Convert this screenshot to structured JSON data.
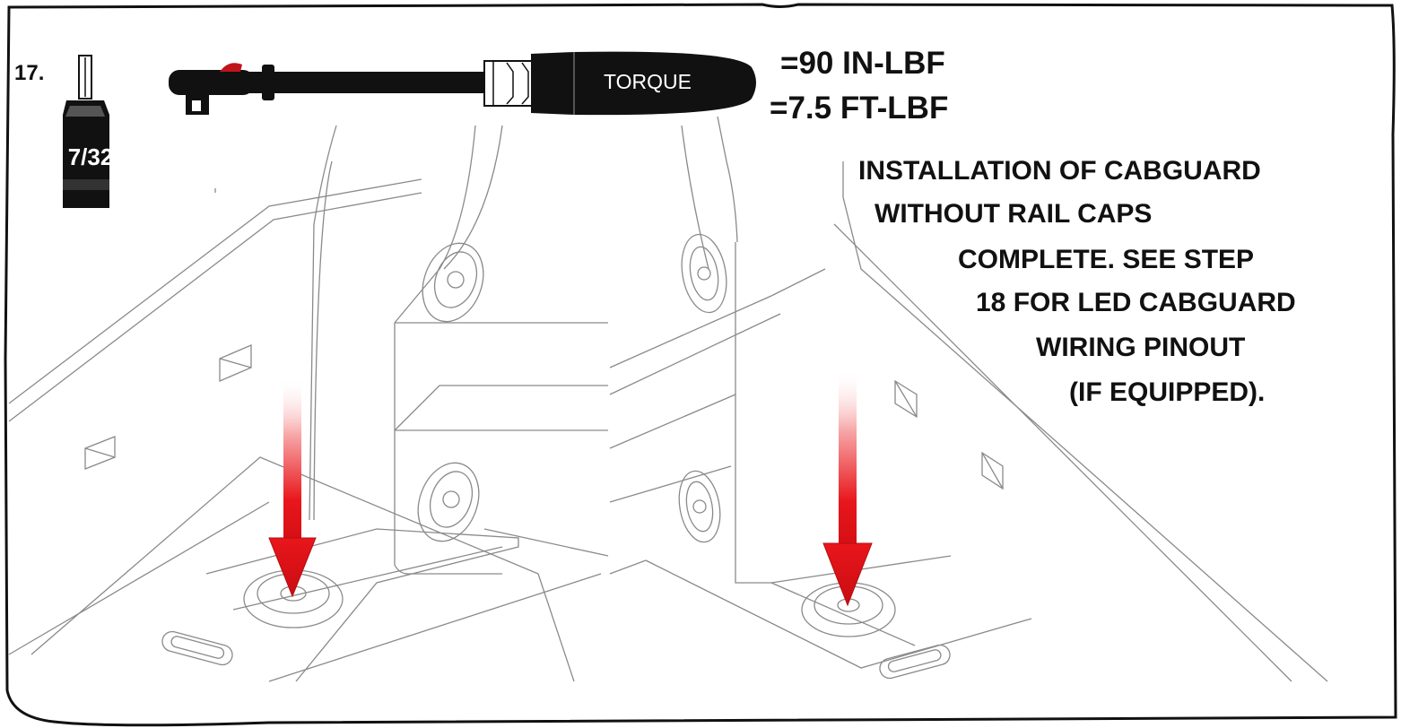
{
  "step": {
    "number": "17.",
    "socket_size": "7/32",
    "wrench_label": "TORQUE",
    "torque_in": "=90 IN-LBF",
    "torque_ft": "=7.5 FT-LBF"
  },
  "note": {
    "lines": [
      "INSTALLATION OF CABGUARD",
      "WITHOUT RAIL CAPS",
      "COMPLETE. SEE STEP",
      "18 FOR LED CABGUARD",
      "WIRING PINOUT",
      "(IF EQUIPPED)."
    ]
  },
  "colors": {
    "arrow": "#e8161b",
    "line_art": "#8a8a8a",
    "tool": "#111111",
    "accent": "#c0141b"
  },
  "icons": [
    "hex-socket-icon",
    "torque-wrench-icon",
    "down-arrow-icon"
  ]
}
